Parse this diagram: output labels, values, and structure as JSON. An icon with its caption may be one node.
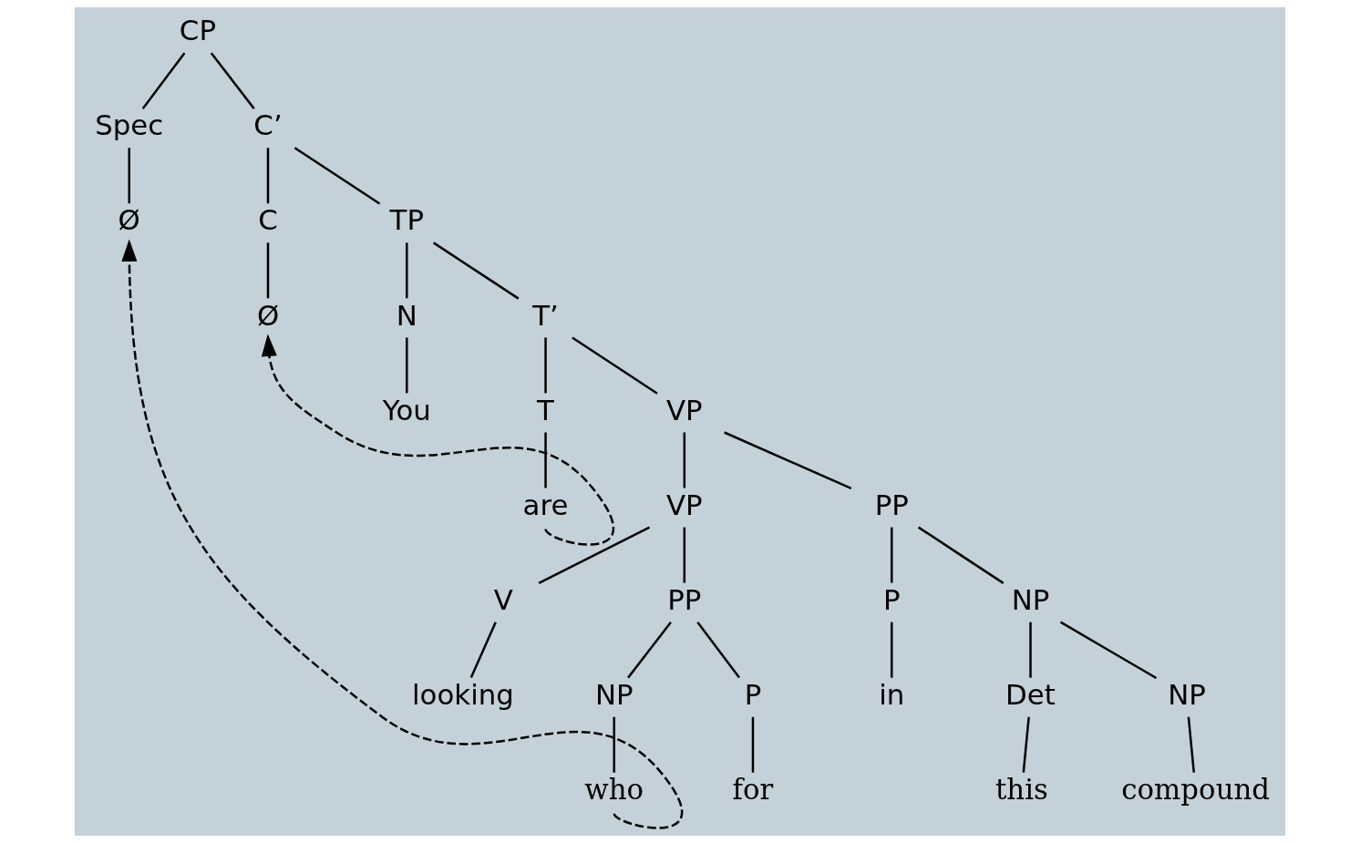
{
  "diagram": {
    "nodes": [
      {
        "text": [
          "CP"
        ]
      },
      {
        "text": [
          "Spec"
        ]
      },
      {
        "text": [
          "C’"
        ]
      },
      {
        "text": [
          "C"
        ]
      },
      {
        "text": [
          "TP"
        ]
      },
      {
        "text": [
          "Ø"
        ]
      },
      {
        "text": [
          "Ø"
        ]
      },
      {
        "text": [
          "N"
        ]
      },
      {
        "text": [
          "T’"
        ]
      },
      {
        "text": [
          "You"
        ]
      },
      {
        "text": [
          "T"
        ]
      },
      {
        "text": [
          "VP"
        ]
      },
      {
        "text": [
          "are"
        ]
      },
      {
        "text": [
          "VP"
        ]
      },
      {
        "text": [
          "PP"
        ]
      },
      {
        "text": [
          "V"
        ]
      },
      {
        "text": [
          "PP"
        ]
      },
      {
        "text": [
          "P"
        ]
      },
      {
        "text": [
          "NP"
        ]
      },
      {
        "text": [
          "looking"
        ]
      },
      {
        "text": [
          "P"
        ]
      },
      {
        "text": [
          "NP"
        ]
      },
      {
        "text": [
          "in"
        ]
      },
      {
        "text": [
          "Det"
        ]
      },
      {
        "text": [
          "NP"
        ]
      },
      {
        "text": [
          "for"
        ]
      },
      {
        "text": [
          "who"
        ]
      },
      {
        "text": [
          "this"
        ]
      },
      {
        "text": [
          "compound"
        ]
      }
    ],
    "edges": [
      {
        "from": 0,
        "to": 1,
        "arrow": "none"
      },
      {
        "from": 0,
        "to": 2,
        "arrow": "none"
      },
      {
        "from": 1,
        "to": 5,
        "arrow": "none"
      },
      {
        "from": 2,
        "to": 3,
        "arrow": "none"
      },
      {
        "from": 2,
        "to": 4,
        "arrow": "none"
      },
      {
        "from": 3,
        "to": 6,
        "arrow": "none"
      },
      {
        "from": 4,
        "to": 7,
        "arrow": "none"
      },
      {
        "from": 4,
        "to": 8,
        "arrow": "none"
      },
      {
        "from": 7,
        "to": 9,
        "arrow": "none"
      },
      {
        "from": 8,
        "to": 10,
        "arrow": "none"
      },
      {
        "from": 8,
        "to": 11,
        "arrow": "none"
      },
      {
        "from": 10,
        "to": 12,
        "arrow": "none"
      },
      {
        "from": 11,
        "to": 13,
        "arrow": "none"
      },
      {
        "from": 11,
        "to": 14,
        "arrow": "none"
      },
      {
        "from": 13,
        "to": 15,
        "arrow": "none"
      },
      {
        "from": 13,
        "to": 16,
        "arrow": "none"
      },
      {
        "from": 14,
        "to": 17,
        "arrow": "none"
      },
      {
        "from": 14,
        "to": 18,
        "arrow": "none"
      },
      {
        "from": 15,
        "to": 19,
        "arrow": "none"
      },
      {
        "from": 16,
        "to": 20,
        "arrow": "none"
      },
      {
        "from": 16,
        "to": 21,
        "arrow": "none"
      },
      {
        "from": 17,
        "to": 22,
        "arrow": "none"
      },
      {
        "from": 18,
        "to": 23,
        "arrow": "none"
      },
      {
        "from": 18,
        "to": 24,
        "arrow": "none"
      },
      {
        "from": 20,
        "to": 25,
        "arrow": "none"
      },
      {
        "from": 21,
        "to": 26,
        "arrow": "none"
      },
      {
        "from": 23,
        "to": 27,
        "arrow": "none"
      },
      {
        "from": 24,
        "to": 28,
        "arrow": "none"
      },
      {
        "from": 12,
        "to": 6,
        "arrow": "to",
        "style": "dashed"
      },
      {
        "from": 26,
        "to": 5,
        "arrow": "to",
        "style": "dashed"
      }
    ]
  }
}
